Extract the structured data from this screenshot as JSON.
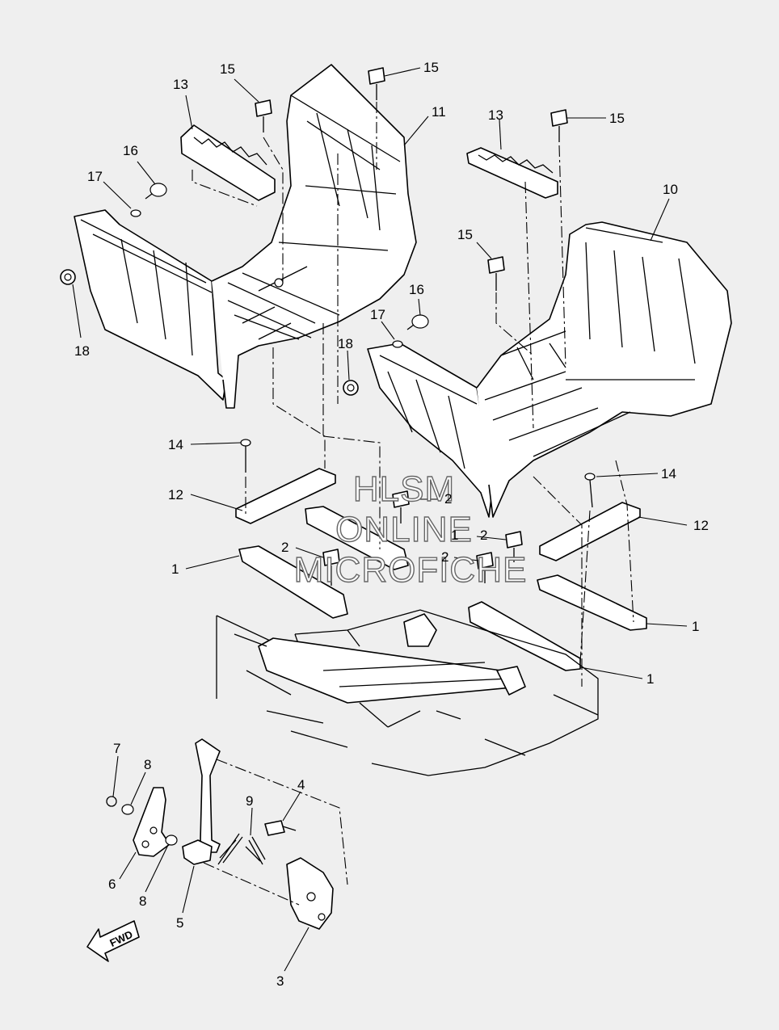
{
  "callouts": [
    "1",
    "1",
    "1",
    "1",
    "2",
    "2",
    "2",
    "2",
    "3",
    "4",
    "5",
    "6",
    "7",
    "8",
    "8",
    "9",
    "10",
    "11",
    "12",
    "12",
    "13",
    "13",
    "14",
    "14",
    "15",
    "15",
    "15",
    "15",
    "16",
    "16",
    "17",
    "17",
    "18",
    "18"
  ],
  "watermark": {
    "line1": "HLSM",
    "line2": "ONLINE",
    "line3": "MICROFICHE"
  },
  "fwd_label": "FWD"
}
